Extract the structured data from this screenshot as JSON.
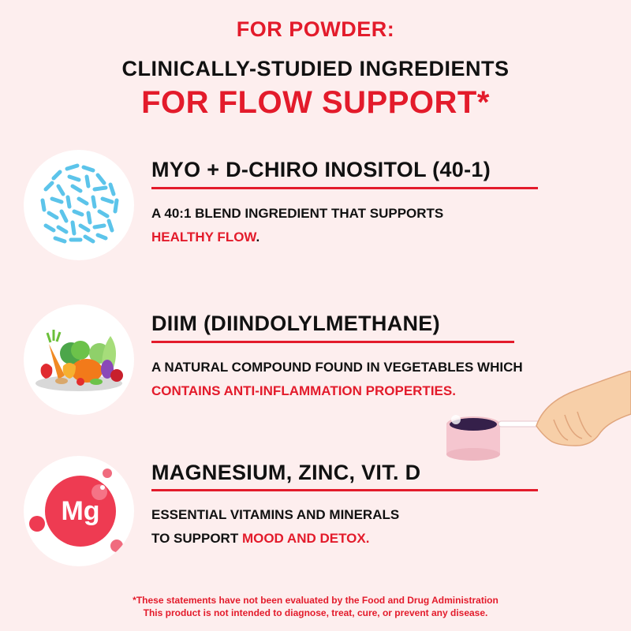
{
  "header": {
    "pre_title": "FOR POWDER:",
    "title_line1": "CLINICALLY-STUDIED INGREDIENTS",
    "title_line2": "FOR FLOW SUPPORT*"
  },
  "ingredients": [
    {
      "icon": "blue-bacteria-circle-icon",
      "title": "MYO + D-CHIRO INOSITOL (40-1)",
      "desc_line1": "A 40:1 BLEND INGREDIENT THAT SUPPORTS",
      "desc_line2_black_prefix": "",
      "desc_line2_red": "HEALTHY FLOW",
      "desc_line2_suffix": "."
    },
    {
      "icon": "vegetables-icon",
      "title": "DIIM (DIINDOLYLMETHANE)",
      "desc_line1": "A NATURAL COMPOUND FOUND IN VEGETABLES WHICH",
      "desc_line2_black_prefix": "",
      "desc_line2_red": "CONTAINS ANTI-INFLAMMATION PROPERTIES.",
      "desc_line2_suffix": ""
    },
    {
      "icon": "magnesium-mineral-icon",
      "icon_label": "Mg",
      "title": "MAGNESIUM, ZINC, VIT. D",
      "desc_line1": "ESSENTIAL VITAMINS AND MINERALS",
      "desc_line2_black_prefix": "TO SUPPORT ",
      "desc_line2_red": "MOOD AND DETOX.",
      "desc_line2_suffix": ""
    }
  ],
  "decoration": {
    "hand_scoop": "hand-holding-scoop-icon"
  },
  "footer": {
    "disclaimer_line1": "*These statements have not been evaluated by the Food and Drug Administration",
    "disclaimer_line2": "This product is  not intended to diagnose, treat, cure, or prevent any disease."
  },
  "colors": {
    "background": "#fdeeee",
    "accent_red": "#e31b2b",
    "text": "#111111",
    "bacteria_blue": "#5cc4ea",
    "mineral_red": "#ee3b52"
  }
}
